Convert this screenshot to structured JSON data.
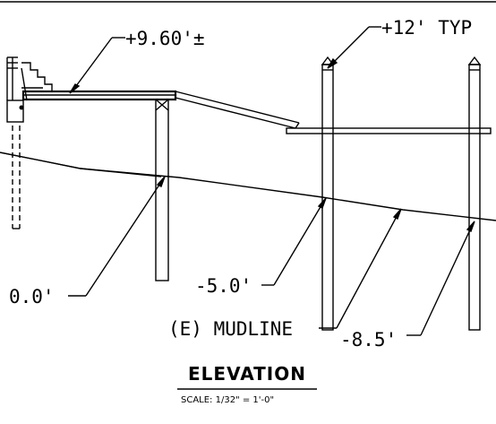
{
  "labels": {
    "deck_elev": "+9.60'±",
    "pile_top": "+12' TYP",
    "grade_0": "0.0'",
    "grade_5": "-5.0'",
    "mudline": "(E) MUDLINE",
    "grade_85": "-8.5'"
  },
  "title": {
    "heading": "ELEVATION",
    "scale": "SCALE: 1/32\" = 1'-0\""
  },
  "colors": {
    "ink": "#000000",
    "paper": "#ffffff"
  }
}
